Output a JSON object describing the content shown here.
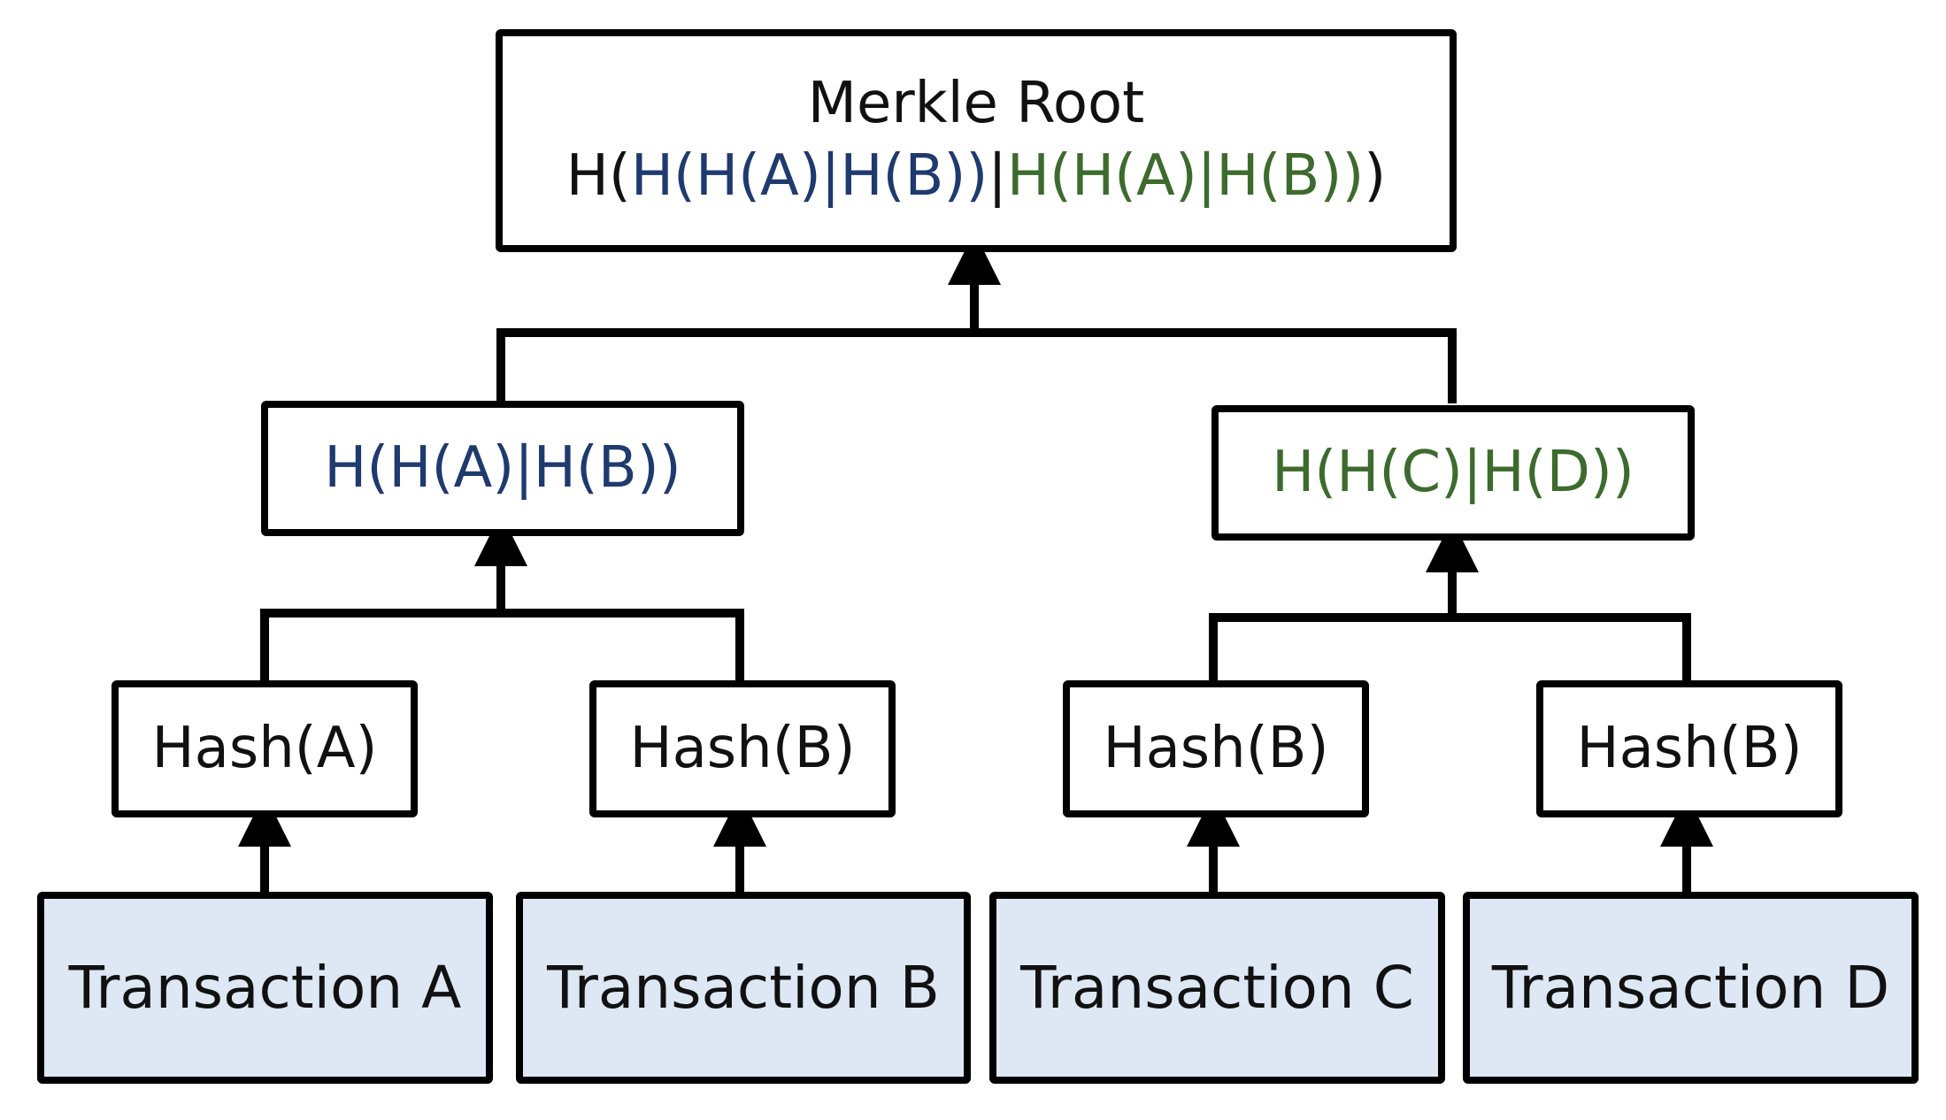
{
  "colors": {
    "blue": "#1f3a6e",
    "green": "#3d6b2e",
    "black": "#111111",
    "transaction_fill": "#dde8f4",
    "border": "#000000"
  },
  "merkle_root": {
    "title": "Merkle Root",
    "formula": {
      "open": "H(",
      "left": "H(H(A)|H(B))",
      "separator": "|",
      "right": "H(H(A)|H(B))",
      "close": ")"
    }
  },
  "intermediate_hashes": {
    "left": "H(H(A)|H(B))",
    "right": "H(H(C)|H(D))"
  },
  "leaf_hashes": [
    "Hash(A)",
    "Hash(B)",
    "Hash(B)",
    "Hash(B)"
  ],
  "transactions": [
    "Transaction A",
    "Transaction B",
    "Transaction C",
    "Transaction D"
  ],
  "edge_icon": "arrow-up-icon"
}
